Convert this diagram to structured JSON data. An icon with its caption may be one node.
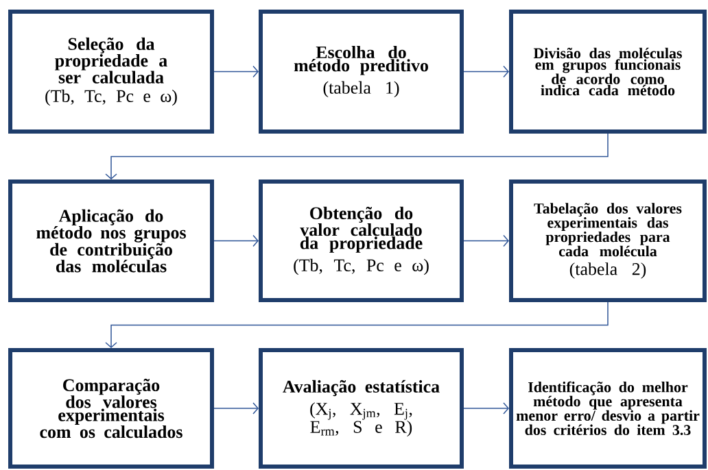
{
  "diagram": {
    "nodes": [
      {
        "text": [
          "Seleção da propriedade a ser calculada",
          "(Tb, Tc, Pc e ω)"
        ]
      },
      {
        "text": [
          "Escolha do método preditivo",
          "(tabela 1)"
        ]
      },
      {
        "text": [
          "Divisão das moléculas em grupos funcionais de acordo como indica cada método"
        ]
      },
      {
        "text": [
          "Aplicação do método nos grupos de contribuição das moléculas"
        ]
      },
      {
        "text": [
          "Obtenção do valor calculado da propriedade",
          "(Tb, Tc, Pc e ω)"
        ]
      },
      {
        "text": [
          "Tabelação dos valores experimentais das propriedades para cada molécula",
          "(tabela 2)"
        ]
      },
      {
        "text": [
          "Comparação dos valores experimentais com os calculados"
        ]
      },
      {
        "text": [
          "Avaliação estatística",
          "(X$_{j}$, X$_{jm}$, E$_{j}$, E$_{rm}$, S e R)"
        ]
      },
      {
        "text": [
          "Identificação do melhor método que apresenta menor erro/ desvio a partir dos critérios do item 3.3"
        ]
      }
    ],
    "edges": [
      {
        "from": 0,
        "to": 1,
        "arrow": "to"
      },
      {
        "from": 1,
        "to": 2,
        "arrow": "to"
      },
      {
        "from": 2,
        "to": 3,
        "arrow": "to"
      },
      {
        "from": 3,
        "to": 4,
        "arrow": "to"
      },
      {
        "from": 4,
        "to": 5,
        "arrow": "to"
      },
      {
        "from": 5,
        "to": 6,
        "arrow": "to"
      },
      {
        "from": 6,
        "to": 7,
        "arrow": "to"
      },
      {
        "from": 7,
        "to": 8,
        "arrow": "to"
      }
    ]
  }
}
